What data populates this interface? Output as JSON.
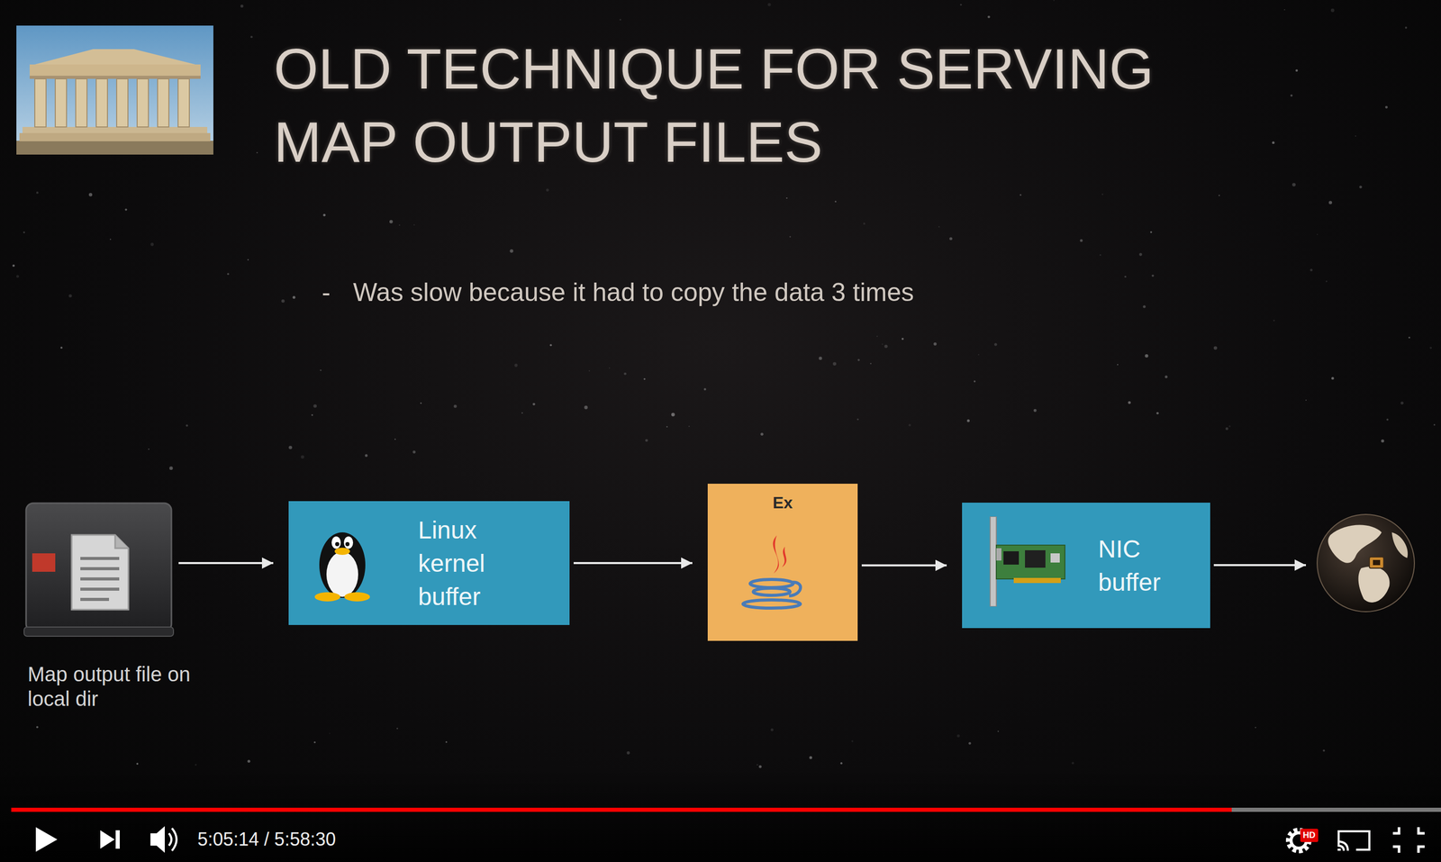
{
  "diagram": {
    "title": "OLD TECHNIQUE FOR SERVING MAP OUTPUT FILES",
    "nodes": [
      {
        "text": [
          "Map output file on local dir"
        ]
      },
      {
        "text": [
          "Linux kernel buffer"
        ]
      },
      {
        "text": [
          "Ex"
        ]
      },
      {
        "text": [
          "NIC buffer"
        ]
      }
    ],
    "edges": [
      {
        "from": 0,
        "to": 1,
        "arrow": "to"
      },
      {
        "from": 1,
        "to": 2,
        "arrow": "to"
      },
      {
        "from": 2,
        "to": 3,
        "arrow": "to"
      }
    ],
    "labels": [
      "-",
      "Was slow because it had to copy the data 3 times",
      "5:05:14 / 5:58:30",
      "HD"
    ]
  }
}
